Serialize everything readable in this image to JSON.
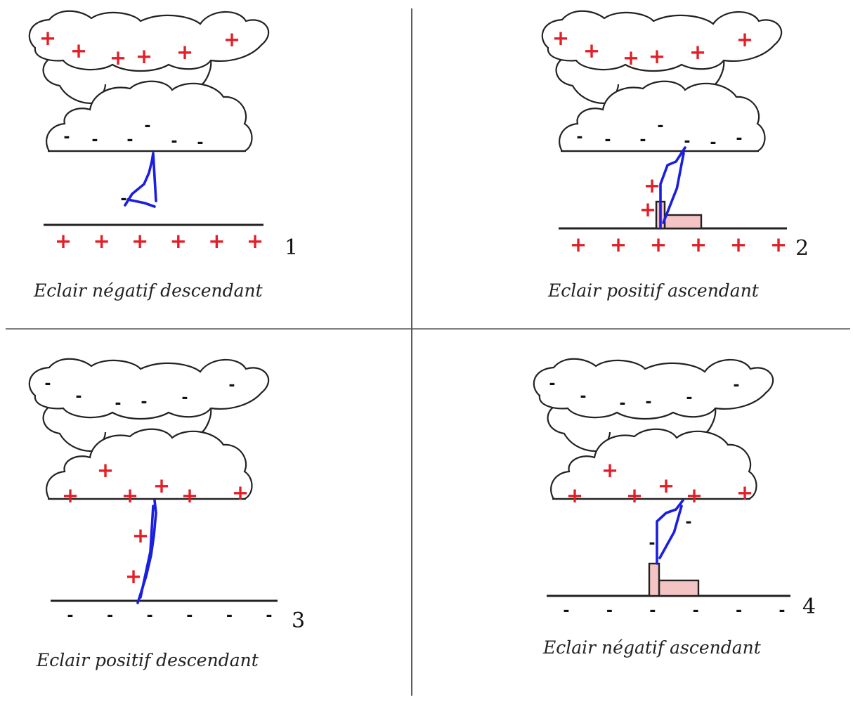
{
  "colors": {
    "positive_charge": "#e41e26",
    "negative_charge": "#111111",
    "lightning": "#1a1ee0",
    "building_fill": "#f4c4c4"
  },
  "panels": [
    {
      "number": "1",
      "caption": "Eclair négatif descendant",
      "upper_cloud_charges": [
        "+",
        "+",
        "+",
        "+",
        "+",
        "+"
      ],
      "lower_cloud_charges": [
        "-",
        "-",
        "-",
        "-",
        "-",
        "-"
      ],
      "leader_charges": [
        "-"
      ],
      "ground_charges": [
        "+",
        "+",
        "+",
        "+",
        "+",
        "+"
      ],
      "has_building": false
    },
    {
      "number": "2",
      "caption": "Eclair positif ascendant",
      "upper_cloud_charges": [
        "+",
        "+",
        "+",
        "+",
        "+",
        "+"
      ],
      "lower_cloud_charges": [
        "-",
        "-",
        "-",
        "-",
        "-",
        "-",
        "-"
      ],
      "leader_charges": [
        "+",
        "+"
      ],
      "ground_charges": [
        "+",
        "+",
        "+",
        "+",
        "+",
        "+"
      ],
      "has_building": true
    },
    {
      "number": "3",
      "caption": "Eclair positif descendant",
      "upper_cloud_charges": [
        "-",
        "-",
        "-",
        "-",
        "-",
        "-"
      ],
      "lower_cloud_charges": [
        "+",
        "+",
        "+",
        "+",
        "+",
        "+"
      ],
      "leader_charges": [
        "+",
        "+"
      ],
      "ground_charges": [
        "-",
        "-",
        "-",
        "-",
        "-",
        "-"
      ],
      "has_building": false
    },
    {
      "number": "4",
      "caption": "Eclair négatif ascendant",
      "upper_cloud_charges": [
        "-",
        "-",
        "-",
        "-",
        "-",
        "-"
      ],
      "lower_cloud_charges": [
        "+",
        "+",
        "+",
        "+",
        "+",
        "+"
      ],
      "leader_charges": [
        "-",
        "-"
      ],
      "ground_charges": [
        "-",
        "-",
        "-",
        "-",
        "-",
        "-"
      ],
      "has_building": true
    }
  ]
}
